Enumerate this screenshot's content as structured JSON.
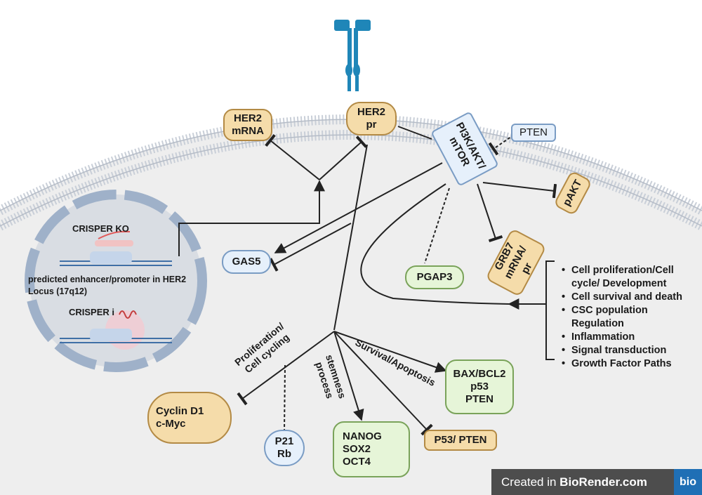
{
  "nodes": {
    "her2_mrna": "HER2\nmRNA",
    "her2_pr": "HER2\npr",
    "pi3k": "PI3K/AKT/\nmTOR",
    "pten_top": "PTEN",
    "pakt": "pAKT",
    "gas5": "GAS5",
    "pgap3": "PGAP3",
    "grb7": "GRB7\nmRNA/\npr",
    "cyclin": "Cyclin D1\nc-Myc",
    "p21": "P21\nRb",
    "nanog": "NANOG\nSOX2\nOCT4",
    "bax": "BAX/BCL2\np53\nPTEN",
    "p53": "P53/ PTEN"
  },
  "nucleus": {
    "crispr_ko": "CRISPER KO",
    "locus": "predicted enhancer/promoter in HER2\nLocus (17q12)",
    "crispr_i": "CRISPER i"
  },
  "process_labels": {
    "proliferation": "Proliferation/\nCell cycling",
    "stemness": "stemness\nprocess",
    "survival": "Survival/Apoptosis"
  },
  "outcomes": [
    "Cell proliferation/Cell\ncycle/ Development",
    "Cell survival and death",
    "CSC population\nRegulation",
    "Inflammation",
    "Signal transduction",
    "Growth Factor Paths"
  ],
  "credit": {
    "prefix": "Created in ",
    "brand": "BioRender.com",
    "logo": "bio"
  },
  "colors": {
    "cell": "#eeeeee",
    "membrane": "#c9cfd8",
    "nucleus_ring": "#9fb1c9",
    "receptor": "#1f86b8",
    "tan_fill": "#f5dcaa",
    "green_fill": "#e6f5d8",
    "blue_fill": "#e6f0fb"
  }
}
